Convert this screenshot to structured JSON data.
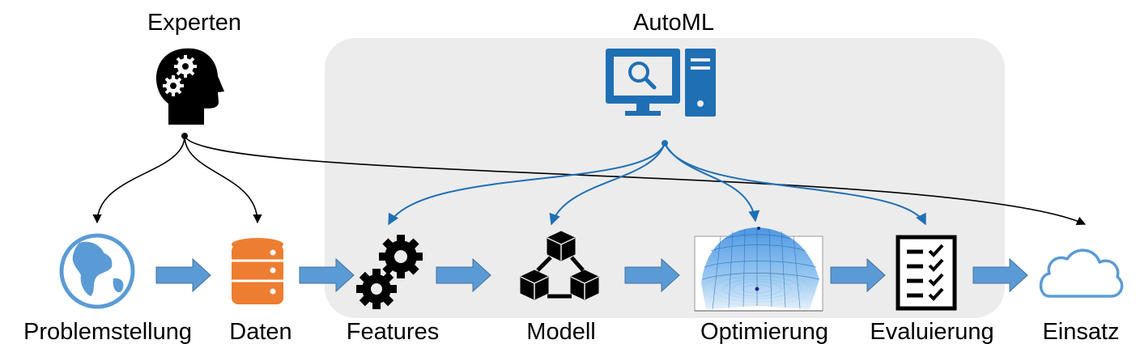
{
  "title_experts": "Experten",
  "title_automl": "AutoML",
  "steps": [
    {
      "label": "Problemstellung",
      "icon": "globe-icon"
    },
    {
      "label": "Daten",
      "icon": "database-icon"
    },
    {
      "label": "Features",
      "icon": "gears-icon"
    },
    {
      "label": "Modell",
      "icon": "model-cubes-icon"
    },
    {
      "label": "Optimierung",
      "icon": "optimization-surface-icon"
    },
    {
      "label": "Evaluierung",
      "icon": "checklist-icon"
    },
    {
      "label": "Einsatz",
      "icon": "cloud-icon"
    }
  ],
  "colors": {
    "automl_blue": "#1f6fb5",
    "flow_arrow": "#5b9bd5",
    "database_orange": "#ed7d31",
    "automl_panel": "#ececec",
    "expert_black": "#000000"
  }
}
